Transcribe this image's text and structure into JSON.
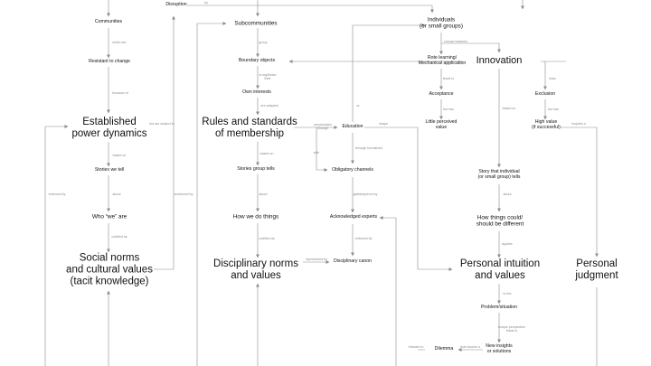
{
  "nodes": {
    "communities": "Communities",
    "disruption": "Disruption",
    "subcommunities": "Subcommunities",
    "individuals": "Individuals\n(or small groups)",
    "resistant": "Resistant to change",
    "boundary_objects": "Boundary objects",
    "rote_learning": "Rote learning/\nMechanical application",
    "innovation": "Innovation",
    "own_interests": "Own interests",
    "acceptance": "Acceptance",
    "exclusion": "Exclusion",
    "established": "Established\npower dynamics",
    "rules": "Rules and standards\nof membership",
    "education": "Education",
    "little_value": "Little perceived\nvalue",
    "high_value": "High value\n(if successful)",
    "stories_we_tell": "Stories we tell",
    "stories_group_tells": "Stories group tells",
    "obligatory_channels": "Obligatory channels",
    "story_individual": "Story that individual\n(or small group) tells",
    "who_we_are": "Who “we” are",
    "how_we_do": "How we do things",
    "acknowledged_experts": "Acknowledged experts",
    "how_things_could": "How things could/\nshould be different",
    "social_norms": "Social norms\nand cultural values\n(tacit knowledge)",
    "disciplinary_norms": "Disciplinary norms\nand values",
    "disciplinary_canon": "Disciplinary canon",
    "personal_intuition": "Personal intuition\nand values",
    "personal_judgment": "Personal\njudgment",
    "problem_situation": "Problem/situation",
    "dilemma": "Dilemma",
    "new_insights": "New insights\nor solutions"
  },
  "labels": {
    "by": "by",
    "which_are": "which are",
    "group": "group",
    "choose_between": "choose between",
    "to_legitimize_their": "to legitimize\ntheir",
    "leads_to_1": "leads to",
    "risks": "risks",
    "because_of": "because of",
    "are_adapted": "are adapted",
    "but_has_1": "but has",
    "but_has_2": "but has",
    "or": "or",
    "but_are_subject_to": "but are subject to",
    "perpetuated_through": "perpetuated\nthrough",
    "shape": "shape",
    "inspires_a": "inspires a",
    "based_on": "based on",
    "based_on_2": "based on",
    "through_formalized": "through formalized",
    "with": "with",
    "based_on_3": "based on",
    "about_1": "about",
    "about_2": "about",
    "about_3": "about",
    "enforced_by": "enforced by",
    "reinforced_by": "reinforced by",
    "gatekeeper": "gatekeepered by",
    "codified_as_1": "codified as",
    "codified_as_2": "codified as",
    "applies": "applies",
    "enforced_by_2": "enforced by",
    "represented_by": "represented by",
    "to_the": "to the",
    "unique_perspective": "unique perspective\nleads to",
    "that_resolve_a": "that resolve a",
    "relevant_to": "relevant to"
  },
  "colors": {
    "edge": "#8c8c8c",
    "text": "#111111",
    "label": "#8a8a8a"
  }
}
